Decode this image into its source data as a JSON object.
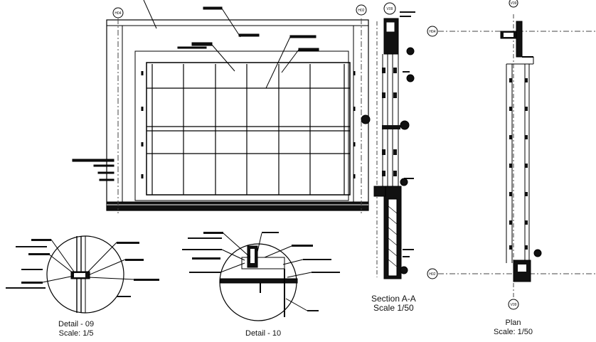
{
  "drawing": {
    "grid_bubbles": {
      "top_left": "H04",
      "top_right": "H02",
      "section_top": "V09",
      "plan_top": "V09",
      "plan_bottom": "V09",
      "plan_left_top": "H04",
      "plan_left_bottom": "H02"
    },
    "captions": {
      "detail09": {
        "title": "Detail - 09",
        "scale": "Scale: 1/5"
      },
      "detail10": {
        "title": "Detail - 10"
      },
      "section": {
        "title": "Section A-A",
        "scale": "Scale 1/50"
      },
      "plan": {
        "title": "Plan",
        "scale": "Scale: 1/50"
      }
    },
    "colors": {
      "line": "#000000",
      "paper": "#ffffff",
      "grid": "#444444"
    }
  }
}
